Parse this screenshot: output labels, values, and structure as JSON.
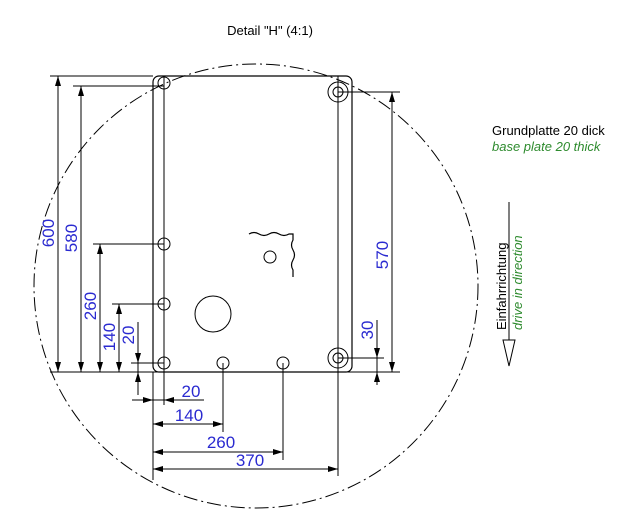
{
  "title": "Detail \"H\" (4:1)",
  "notes": {
    "plate_de": "Grundplatte 20 dick",
    "plate_en": "base plate 20 thick",
    "direction_de": "Einfahrrichtung",
    "direction_en": "drive in direction"
  },
  "dimensions": {
    "vertical_left": [
      "600",
      "580",
      "260",
      "140",
      "20"
    ],
    "horizontal_bottom": [
      "20",
      "140",
      "260",
      "370"
    ],
    "vertical_right": [
      "570",
      "30"
    ]
  },
  "colors": {
    "dimension_text": "#2a2ad0",
    "english_text": "#2e8b2e"
  }
}
